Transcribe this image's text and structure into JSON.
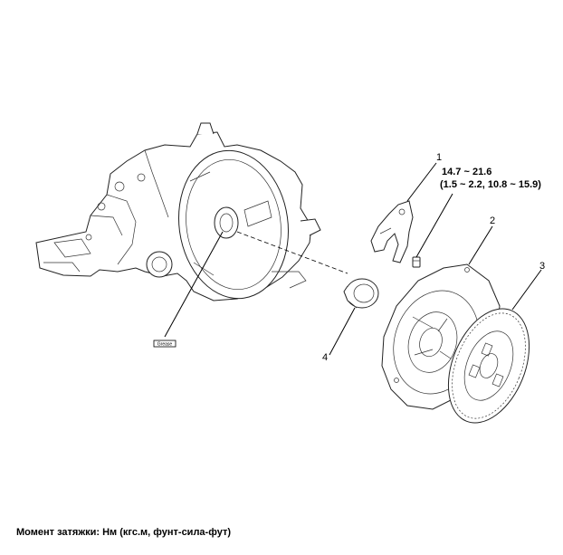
{
  "callouts": [
    {
      "id": "1",
      "label": "1"
    },
    {
      "id": "2",
      "label": "2"
    },
    {
      "id": "3",
      "label": "3"
    },
    {
      "id": "4",
      "label": "4"
    }
  ],
  "torque": {
    "line1": "14.7 ~ 21.6",
    "line2": "(1.5 ~ 2.2, 10.8 ~ 15.9)"
  },
  "grease_tag": "Grease",
  "footer": "Момент затяжки: Нм (кгс.м, фунт-сила-фут)"
}
